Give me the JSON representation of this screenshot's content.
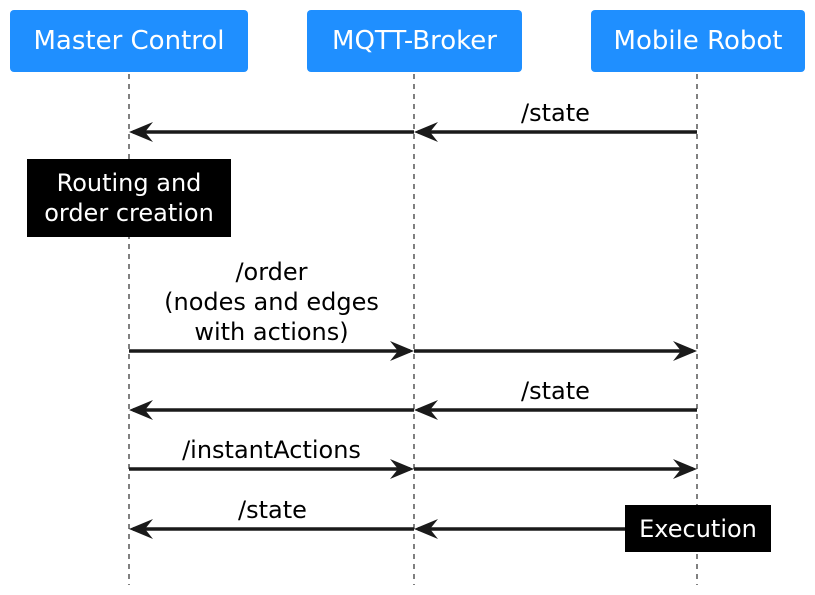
{
  "colors": {
    "participant_fill": "#1f8fff",
    "participant_text": "#ffffff",
    "arrow": "#1a1a1a",
    "lifeline": "#000000",
    "note_fill": "#000000",
    "note_text": "#ffffff"
  },
  "participants": [
    {
      "id": "master",
      "label": "Master Control"
    },
    {
      "id": "broker",
      "label": "MQTT-Broker"
    },
    {
      "id": "robot",
      "label": "Mobile Robot"
    }
  ],
  "messages": [
    {
      "from": "robot",
      "to": "master",
      "via": "broker",
      "lines": [
        "/state"
      ]
    },
    {
      "from": "master",
      "to": "robot",
      "via": "broker",
      "lines": [
        "/order",
        "(nodes and edges",
        "with actions)"
      ]
    },
    {
      "from": "robot",
      "to": "master",
      "via": "broker",
      "lines": [
        "/state"
      ]
    },
    {
      "from": "master",
      "to": "robot",
      "via": "broker",
      "lines": [
        "/instantActions"
      ]
    },
    {
      "from": "robot",
      "to": "master",
      "via": "broker",
      "lines": [
        "/state"
      ]
    }
  ],
  "notes": [
    {
      "over": "master",
      "lines": [
        "Routing and",
        "order creation"
      ]
    },
    {
      "over": "robot",
      "lines": [
        "Execution"
      ]
    }
  ]
}
